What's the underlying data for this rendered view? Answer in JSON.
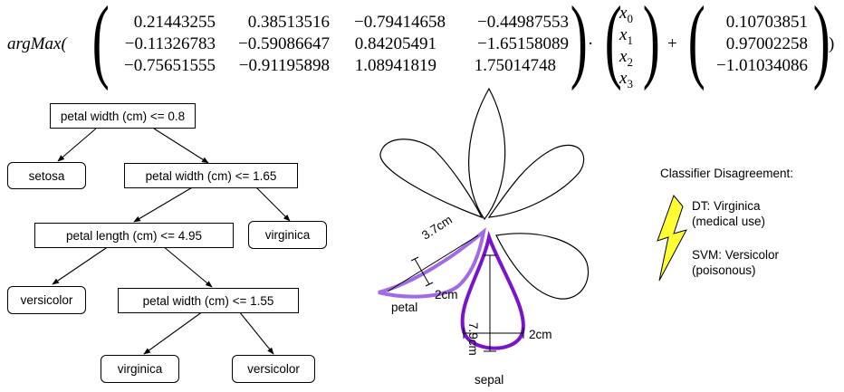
{
  "equation": {
    "func": "argMax(",
    "close": ")",
    "matrix": [
      [
        "0.21443255",
        "0.38513516",
        "−0.79414658",
        "−0.44987553"
      ],
      [
        "−0.11326783",
        "−0.59086647",
        "0.84205491",
        "−1.65158089"
      ],
      [
        "−0.75651555",
        "−0.91195898",
        "1.08941819",
        "1.75014748"
      ]
    ],
    "vector": [
      {
        "base": "x",
        "sub": "0"
      },
      {
        "base": "x",
        "sub": "1"
      },
      {
        "base": "x",
        "sub": "2"
      },
      {
        "base": "x",
        "sub": "3"
      }
    ],
    "dot": "·",
    "plus": "+",
    "bias": [
      "0.10703851",
      "0.97002258",
      "−1.01034086"
    ]
  },
  "tree": {
    "root": "petal width (cm) <= 0.8",
    "leaf_setosa": "setosa",
    "n2": "petal width (cm) <= 1.65",
    "n3": "petal length (cm) <= 4.95",
    "leaf_virginica_1": "virginica",
    "leaf_versicolor_1": "versicolor",
    "n4": "petal width (cm) <= 1.55",
    "leaf_virginica_2": "virginica",
    "leaf_versicolor_2": "versicolor"
  },
  "flower": {
    "petal_width_label": "3.7cm",
    "petal_height_label": "2cm",
    "petal_label": "petal",
    "sepal_length_label": "7.9cm",
    "sepal_width_label": "2cm",
    "sepal_label": "sepal",
    "colors": {
      "petal": "#a16be6",
      "sepal": "#7a14cc",
      "outline": "#000000"
    }
  },
  "disagreement": {
    "title": "Classifier Disagreement:",
    "dt_line1": "DT: Virginica",
    "dt_line2": "(medical use)",
    "svm_line1": "SVM: Versicolor",
    "svm_line2": "(poisonous)",
    "bolt_color": "#ffff33"
  }
}
